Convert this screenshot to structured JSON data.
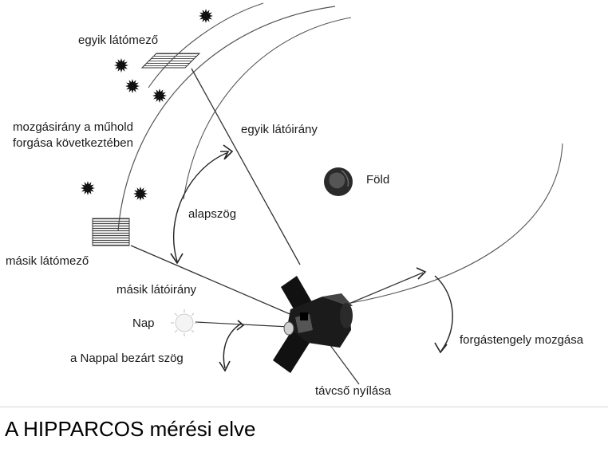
{
  "labels": {
    "field_one": "egyik látómező",
    "motion": "mozgásirány a műhold\nforgása következtében",
    "direction_one": "egyik látóirány",
    "earth": "Föld",
    "angle": "alapszög",
    "field_two": "másik látómező",
    "direction_two": "másik látóirány",
    "sun": "Nap",
    "sun_angle": "a Nappal bezárt szög",
    "axis_motion": "forgástengely mozgása",
    "aperture": "távcső nyílása"
  },
  "caption": "A HIPPARCOS mérési elve",
  "colors": {
    "ink": "#1a1a1a",
    "line": "#333333",
    "background": "#ffffff"
  },
  "icons": [
    "star-icon",
    "earth-icon",
    "sun-icon",
    "satellite-icon",
    "arrowhead-icon"
  ]
}
